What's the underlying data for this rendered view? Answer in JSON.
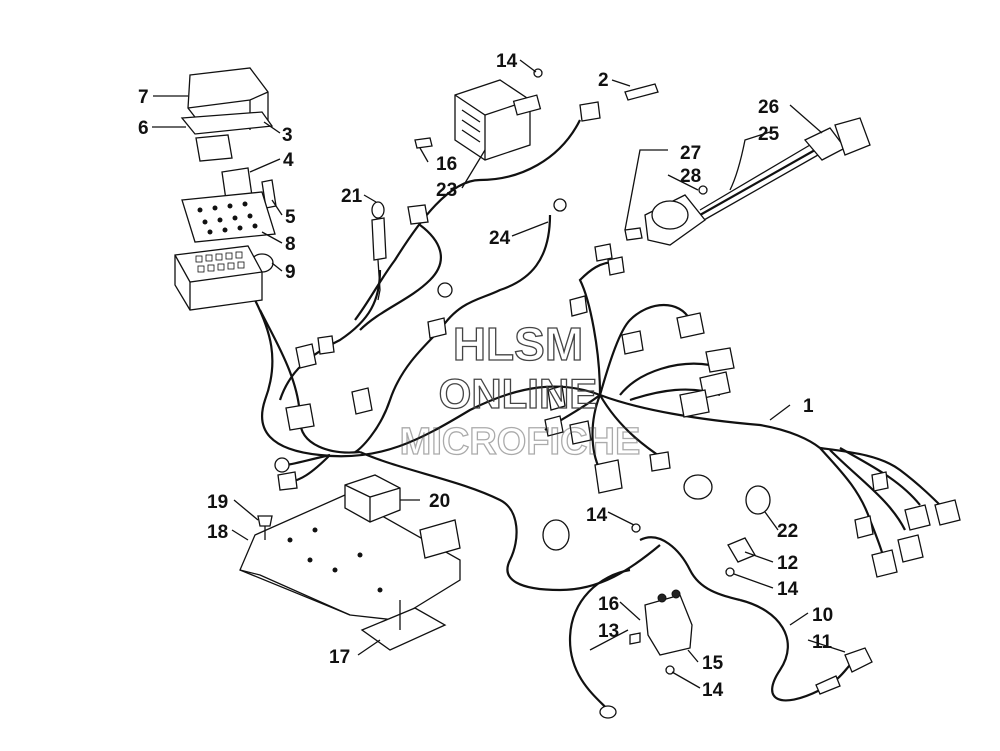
{
  "watermark": {
    "line1": "HLSM",
    "line2": "ONLINE",
    "line3": "MICROFICHE"
  },
  "callouts": [
    {
      "num": "1"
    },
    {
      "num": "2"
    },
    {
      "num": "3"
    },
    {
      "num": "4"
    },
    {
      "num": "5"
    },
    {
      "num": "6"
    },
    {
      "num": "7"
    },
    {
      "num": "8"
    },
    {
      "num": "9"
    },
    {
      "num": "10"
    },
    {
      "num": "11"
    },
    {
      "num": "12"
    },
    {
      "num": "13"
    },
    {
      "num": "14"
    },
    {
      "num": "14"
    },
    {
      "num": "14"
    },
    {
      "num": "14"
    },
    {
      "num": "15"
    },
    {
      "num": "16"
    },
    {
      "num": "16"
    },
    {
      "num": "17"
    },
    {
      "num": "18"
    },
    {
      "num": "19"
    },
    {
      "num": "20"
    },
    {
      "num": "21"
    },
    {
      "num": "22"
    },
    {
      "num": "23"
    },
    {
      "num": "24"
    },
    {
      "num": "25"
    },
    {
      "num": "26"
    },
    {
      "num": "27"
    },
    {
      "num": "28"
    }
  ]
}
